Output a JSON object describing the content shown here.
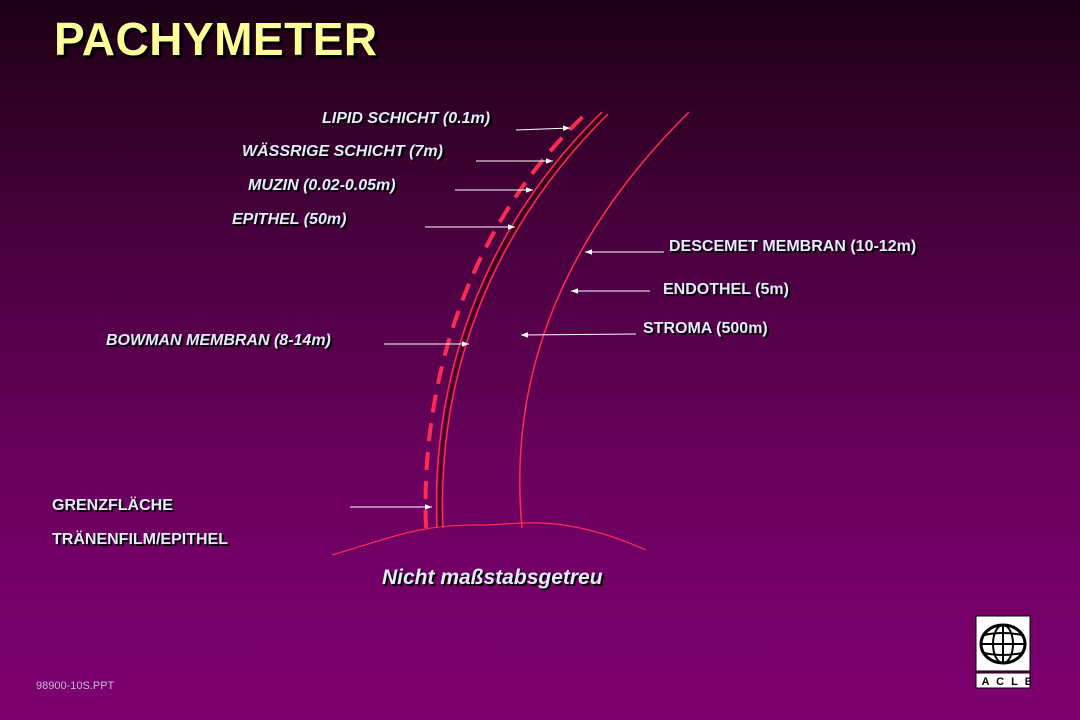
{
  "title": "PACHYMETER",
  "labels": {
    "lipid": "LIPID SCHICHT (0.1m)",
    "waessrige": "WÄSSRIGE SCHICHT (7m)",
    "muzin": "MUZIN (0.02-0.05m)",
    "epithel": "EPITHEL (50m)",
    "bowman": "BOWMAN MEMBRAN (8-14m)",
    "descemet": "DESCEMET MEMBRAN (10-12m)",
    "endothel": "ENDOTHEL (5m)",
    "stroma": "STROMA (500m)",
    "grenz_line1": "GRENZFLÄCHE",
    "grenz_line2": "TRÄNENFILM/EPITHEL"
  },
  "note": "Nicht maßstabsgetreu",
  "footer": "98900-10S.PPT",
  "logo_text": "I A C L E",
  "colors": {
    "title": "#ffff99",
    "label": "#e8e8ff",
    "layer_line": "#ff2a55",
    "dark_line": "#5a0010",
    "arrow": "#ffffff"
  },
  "icons": [
    "globe-logo-icon"
  ]
}
